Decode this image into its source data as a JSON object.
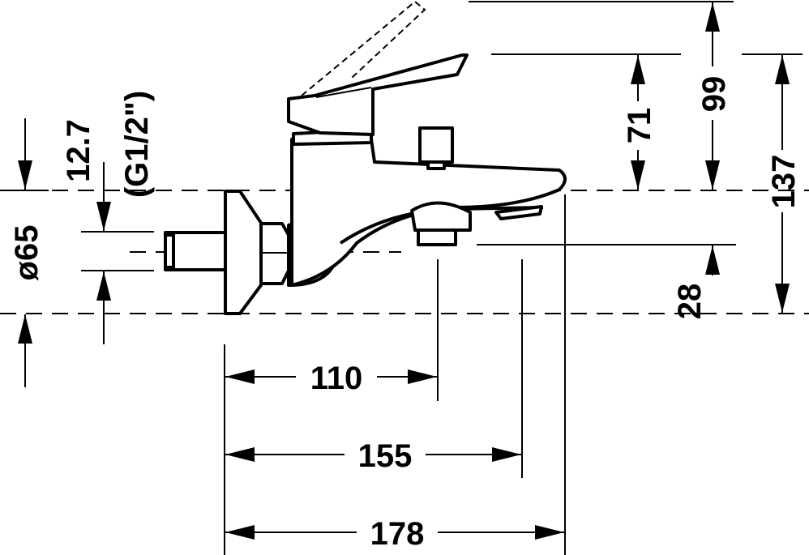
{
  "dimensions": {
    "d110": "110",
    "d155": "155",
    "d178": "178",
    "d99": "99",
    "d71": "71",
    "d137": "137",
    "d28": "28",
    "d65": "ø65",
    "d12_7": "12.7",
    "thread": "(G1/2\")"
  },
  "colors": {
    "line": "#000000",
    "background": "#ffffff"
  }
}
